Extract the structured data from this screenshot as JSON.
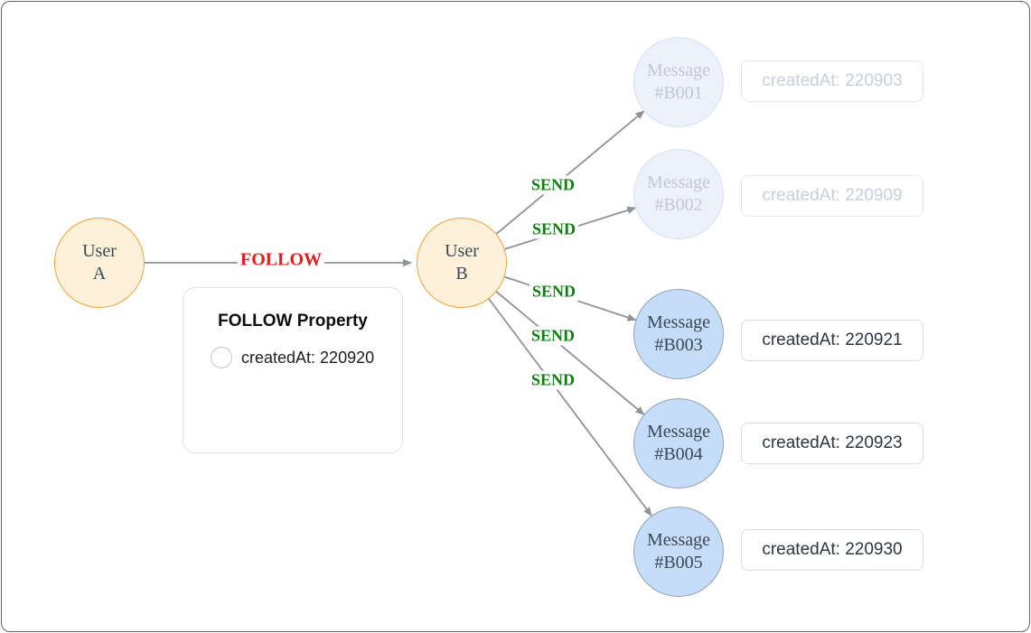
{
  "nodes": {
    "user_a": {
      "line1": "User",
      "line2": "A"
    },
    "user_b": {
      "line1": "User",
      "line2": "B"
    },
    "messages": [
      {
        "line1": "Message",
        "line2": "#B001",
        "created_at": "createdAt: 220903",
        "faded": true
      },
      {
        "line1": "Message",
        "line2": "#B002",
        "created_at": "createdAt: 220909",
        "faded": true
      },
      {
        "line1": "Message",
        "line2": "#B003",
        "created_at": "createdAt: 220921",
        "faded": false
      },
      {
        "line1": "Message",
        "line2": "#B004",
        "created_at": "createdAt: 220923",
        "faded": false
      },
      {
        "line1": "Message",
        "line2": "#B005",
        "created_at": "createdAt: 220930",
        "faded": false
      }
    ]
  },
  "edge_labels": {
    "follow": "FOLLOW",
    "send": "SEND"
  },
  "property_panel": {
    "title": "FOLLOW Property",
    "item": "createdAt: 220920"
  },
  "colors": {
    "frame_border": "#5f646c",
    "arrow": "#8f939a",
    "user_fill": "#fdf1d9",
    "user_border": "#f0a23d",
    "msg_fill": "#c5ddf8",
    "msg_border": "#94a2b5",
    "msg_faded_fill": "#ecf2fc",
    "msg_faded_border": "#d5e0f3",
    "msg_faded_text": "#c0c8d7",
    "node_text": "#3c4858",
    "box_border": "#d8dce2",
    "box_text": "#2e3440",
    "box_faded_border": "#e5e9ef",
    "box_faded_text": "#c8ceda",
    "follow_red": "#e01e1e",
    "send_green": "#0e7e11",
    "panel_border": "#dee2ea"
  }
}
